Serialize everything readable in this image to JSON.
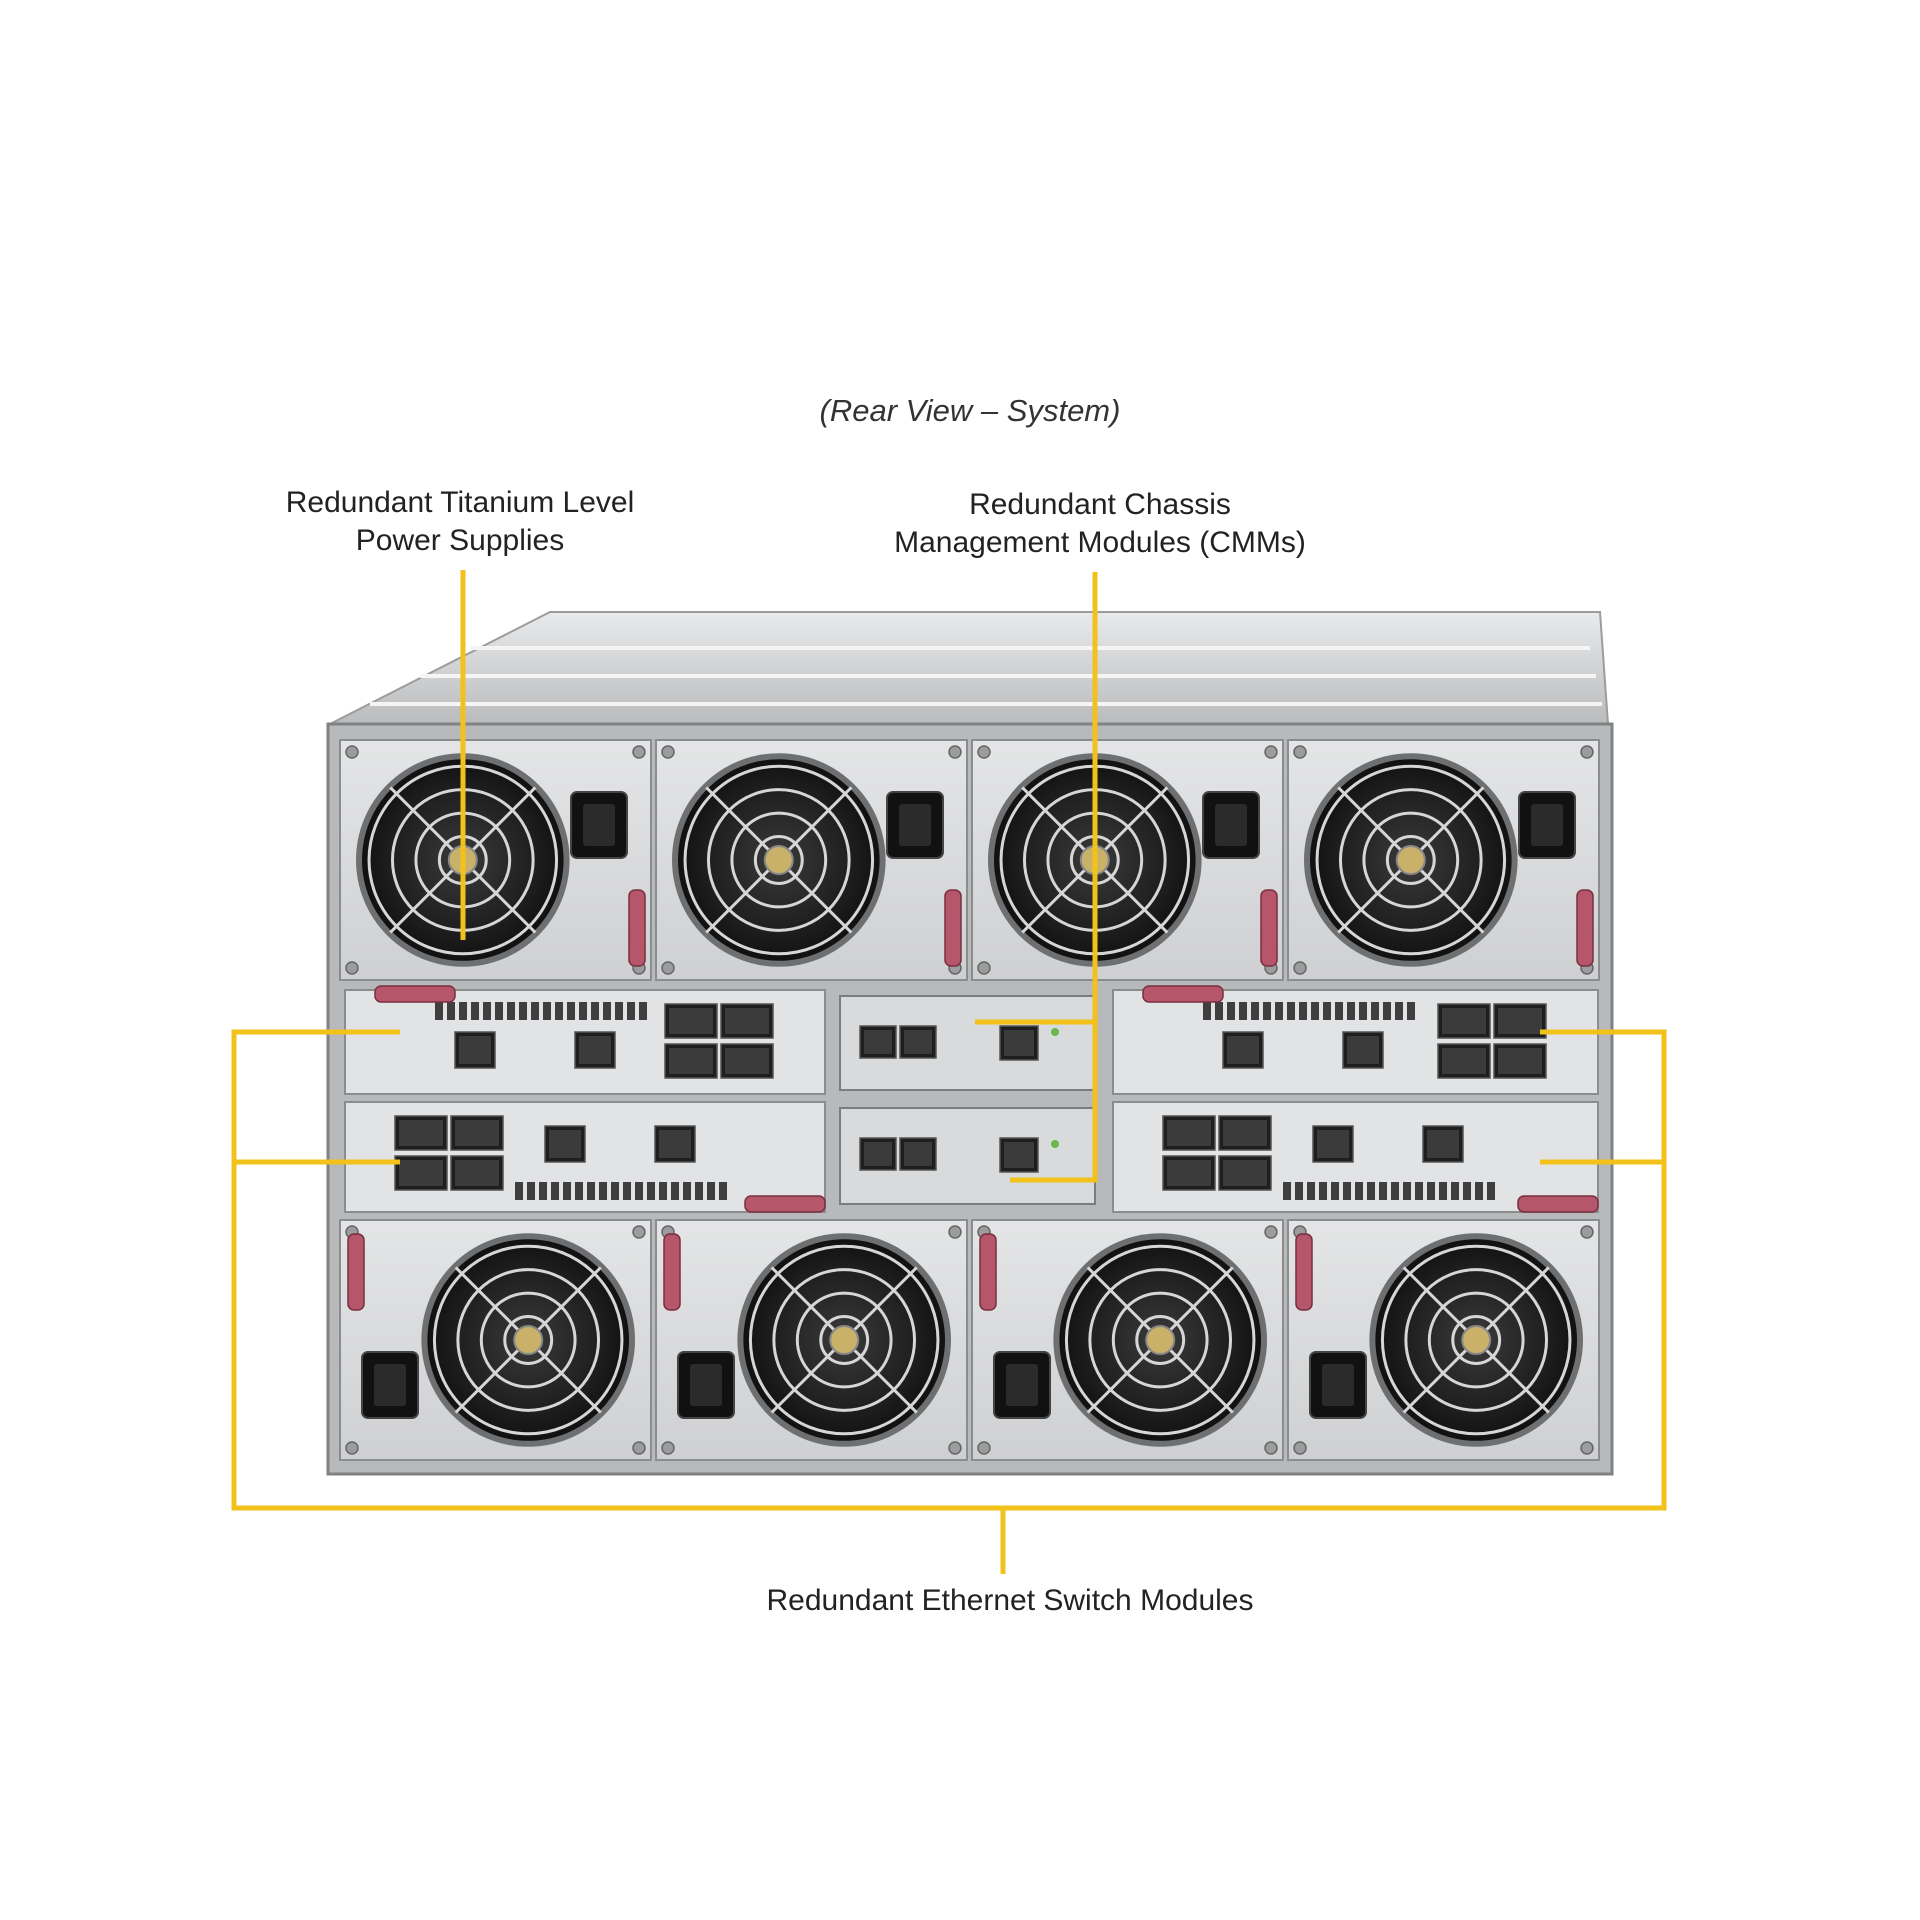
{
  "title": "(Rear View – System)",
  "callouts": {
    "psu": {
      "lines": [
        "Redundant Titanium Level",
        "Power Supplies"
      ]
    },
    "cmm": {
      "lines": [
        "Redundant Chassis",
        "Management Modules (CMMs)"
      ]
    },
    "switch": {
      "lines": [
        "Redundant Ethernet Switch Modules"
      ]
    }
  },
  "colors": {
    "leader": "#f2c21b",
    "chassis": "#c9cbcd",
    "module": "#e2e3e4",
    "fan": "#222222",
    "handle": "#b5566a"
  },
  "chassis": {
    "psu_count_top": 4,
    "psu_count_bottom": 4,
    "switch_modules": 4,
    "cmm_modules": 2
  }
}
